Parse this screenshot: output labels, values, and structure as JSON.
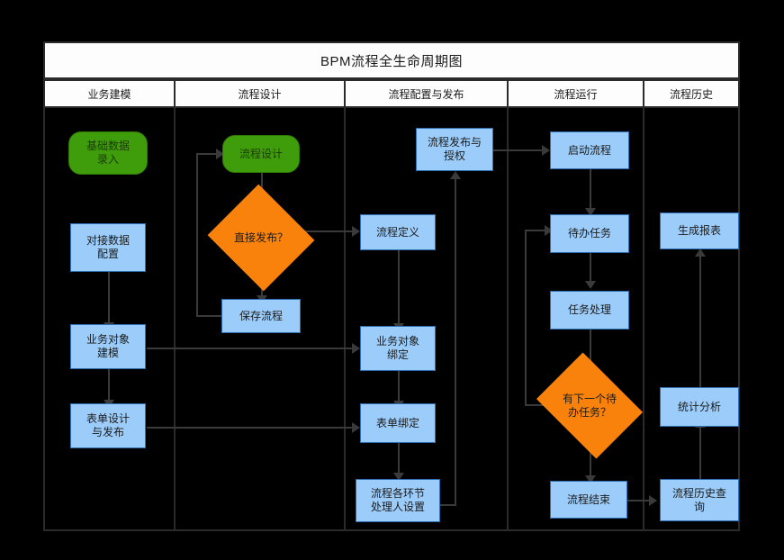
{
  "diagram": {
    "title": "BPM流程全生命周期图",
    "lanes": [
      {
        "label": "业务建模"
      },
      {
        "label": "流程设计"
      },
      {
        "label": "流程配置与发布"
      },
      {
        "label": "流程运行"
      },
      {
        "label": "流程历史"
      }
    ],
    "colors": {
      "process_fill": "#9ccdfa",
      "process_border": "#2f6fb5",
      "terminator_fill": "#3f9c0a",
      "decision_fill": "#f8820b",
      "connector": "#3a3a3a",
      "frame": "#2b2b2b",
      "header_fill": "#fdfdfd",
      "canvas": "#000000"
    },
    "nodes": [
      {
        "id": "n1",
        "lane": 0,
        "shape": "terminator",
        "label": "基础数据\n录入"
      },
      {
        "id": "n2",
        "lane": 0,
        "shape": "process",
        "label": "对接数据\n配置"
      },
      {
        "id": "n3",
        "lane": 0,
        "shape": "process",
        "label": "业务对象\n建模"
      },
      {
        "id": "n4",
        "lane": 0,
        "shape": "process",
        "label": "表单设计\n与发布"
      },
      {
        "id": "n5",
        "lane": 1,
        "shape": "terminator",
        "label": "流程设计"
      },
      {
        "id": "n6",
        "lane": 1,
        "shape": "decision",
        "label": "直接发布？"
      },
      {
        "id": "n7",
        "lane": 1,
        "shape": "process",
        "label": "保存流程"
      },
      {
        "id": "n8",
        "lane": 2,
        "shape": "process",
        "label": "流程发布与\n授权"
      },
      {
        "id": "n9",
        "lane": 2,
        "shape": "process",
        "label": "流程定义"
      },
      {
        "id": "n10",
        "lane": 2,
        "shape": "process",
        "label": "业务对象\n绑定"
      },
      {
        "id": "n11",
        "lane": 2,
        "shape": "process",
        "label": "表单绑定"
      },
      {
        "id": "n12",
        "lane": 2,
        "shape": "process",
        "label": "流程各环节\n处理人设置"
      },
      {
        "id": "n13",
        "lane": 3,
        "shape": "process",
        "label": "启动流程"
      },
      {
        "id": "n14",
        "lane": 3,
        "shape": "process",
        "label": "待办任务"
      },
      {
        "id": "n15",
        "lane": 3,
        "shape": "process",
        "label": "任务处理"
      },
      {
        "id": "n16",
        "lane": 3,
        "shape": "decision",
        "label": "有下一个待\n办任务？"
      },
      {
        "id": "n17",
        "lane": 3,
        "shape": "process",
        "label": "流程结束"
      },
      {
        "id": "n18",
        "lane": 4,
        "shape": "process",
        "label": "生成报表"
      },
      {
        "id": "n19",
        "lane": 4,
        "shape": "process",
        "label": "统计分析"
      },
      {
        "id": "n20",
        "lane": 4,
        "shape": "process",
        "label": "流程历史查\n询"
      }
    ],
    "edges": [
      {
        "from": "n2",
        "to": "n3"
      },
      {
        "from": "n3",
        "to": "n4"
      },
      {
        "from": "n3",
        "to": "n10"
      },
      {
        "from": "n4",
        "to": "n11"
      },
      {
        "from": "n5",
        "to": "n6"
      },
      {
        "from": "n6",
        "to": "n7"
      },
      {
        "from": "n6",
        "to": "n9"
      },
      {
        "from": "n7",
        "to": "n5"
      },
      {
        "from": "n9",
        "to": "n10"
      },
      {
        "from": "n10",
        "to": "n11"
      },
      {
        "from": "n11",
        "to": "n12"
      },
      {
        "from": "n12",
        "to": "n8"
      },
      {
        "from": "n8",
        "to": "n13"
      },
      {
        "from": "n13",
        "to": "n14"
      },
      {
        "from": "n14",
        "to": "n15"
      },
      {
        "from": "n15",
        "to": "n16"
      },
      {
        "from": "n16",
        "to": "n14"
      },
      {
        "from": "n16",
        "to": "n17"
      },
      {
        "from": "n17",
        "to": "n20"
      },
      {
        "from": "n20",
        "to": "n19"
      },
      {
        "from": "n19",
        "to": "n18"
      }
    ]
  }
}
